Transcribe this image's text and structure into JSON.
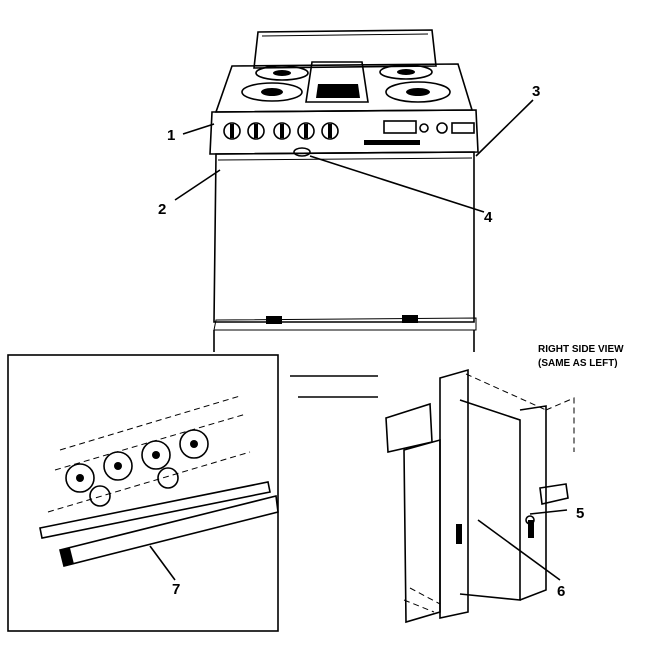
{
  "diagram": {
    "callouts": [
      "1",
      "2",
      "3",
      "4",
      "5",
      "6",
      "7"
    ],
    "right_side_view": {
      "line1": "RIGHT SIDE VIEW",
      "line2": "(SAME AS LEFT)"
    }
  }
}
